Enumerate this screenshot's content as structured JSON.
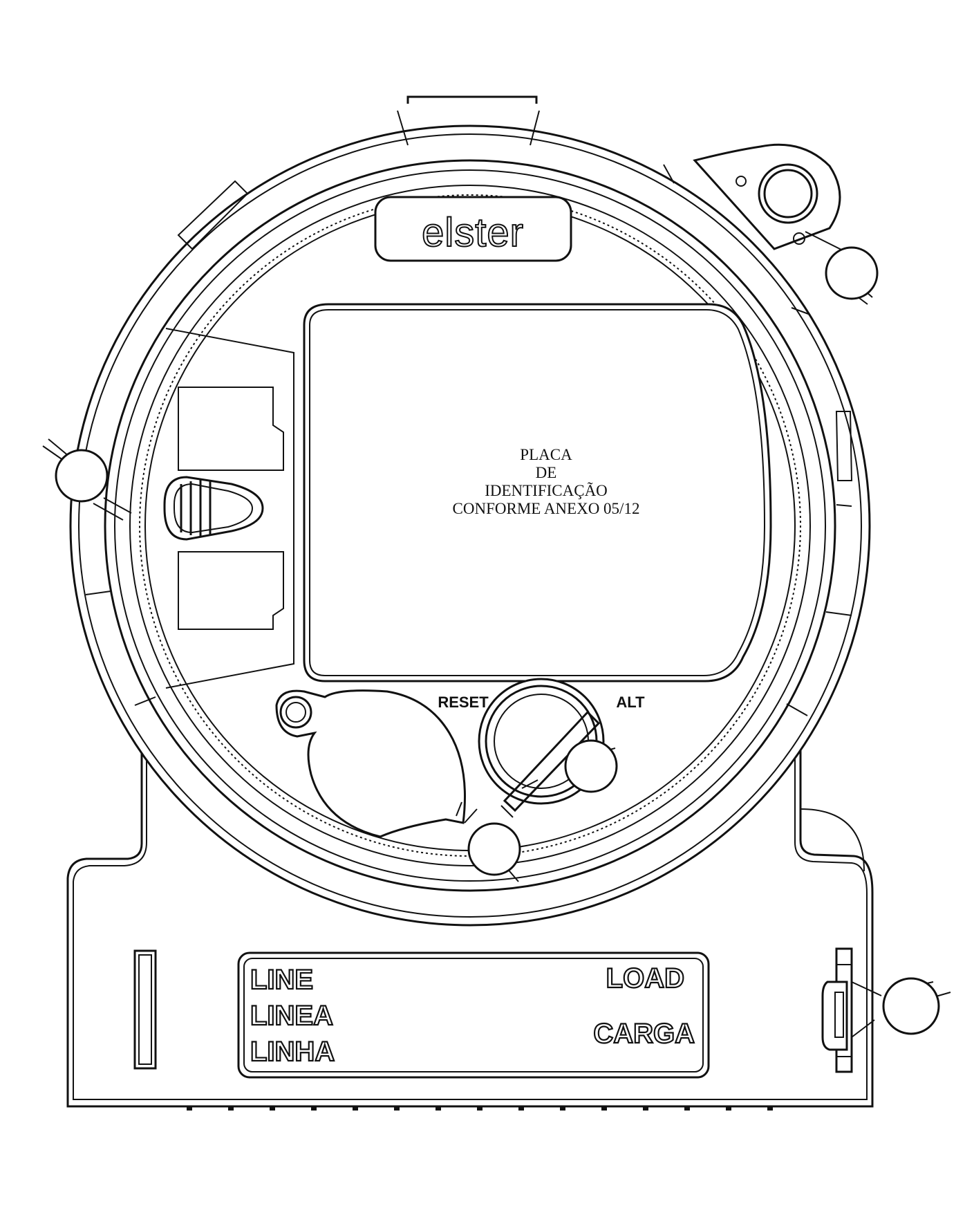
{
  "brand": {
    "logo": "elster"
  },
  "nameplate": {
    "lines": [
      "PLACA",
      "DE",
      "IDENTIFICAÇÃO",
      "CONFORME ANEXO 05/12"
    ]
  },
  "buttons": {
    "reset_label": "RESET",
    "alt_label": "ALT"
  },
  "terminals": {
    "line_labels": [
      "LINE",
      "LINEA",
      "LINHA"
    ],
    "load_labels": [
      "LOAD",
      "CARGA"
    ]
  }
}
